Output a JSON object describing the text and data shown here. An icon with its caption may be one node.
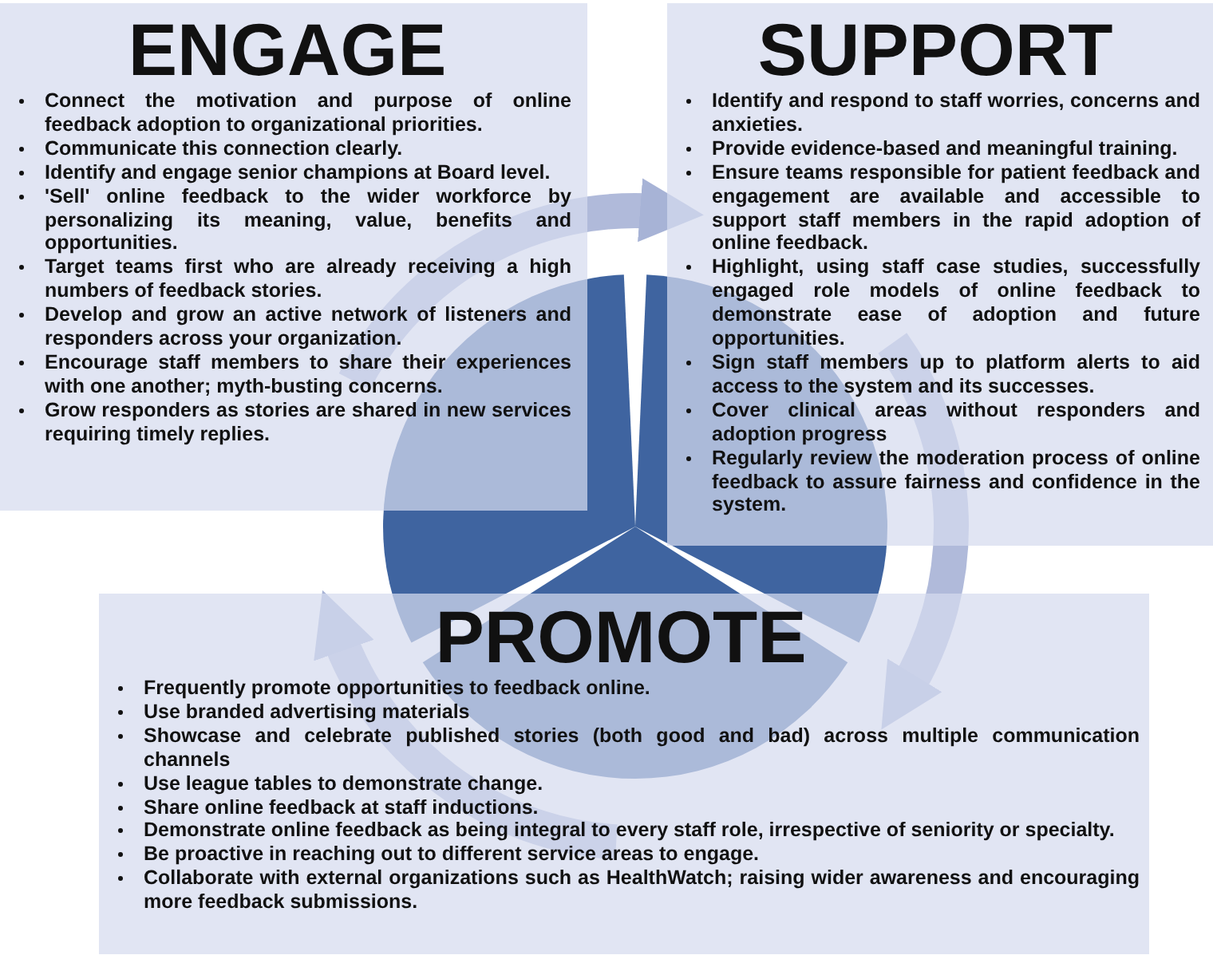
{
  "diagram": {
    "nodes": [
      {
        "text": [
          "ENGAGE",
          "Connect the motivation and purpose of online feedback adoption to organizational priorities.",
          "Communicate this connection clearly.",
          "Identify and engage senior champions at Board level.",
          "'Sell' online feedback to the wider workforce by personalizing its meaning, value, benefits and opportunities.",
          "Target teams first who are already receiving a high numbers of feedback stories.",
          "Develop and grow an active network of listeners and responders across your organization.",
          "Encourage staff members to share their experiences with one another; myth-busting concerns.",
          "Grow responders as stories are shared in new services requiring timely replies."
        ]
      },
      {
        "text": [
          "SUPPORT",
          "Identify and respond to staff worries, concerns and anxieties.",
          "Provide evidence-based and meaningful training.",
          "Ensure teams responsible for patient feedback and engagement are available and accessible to support staff members in the rapid adoption of online feedback.",
          "Highlight, using staff case studies, successfully engaged role models of online feedback to demonstrate ease of adoption and future opportunities.",
          "Sign staff members up to platform alerts to aid access to the system and its successes.",
          "Cover clinical areas without responders and adoption progress",
          "Regularly review the moderation process of online feedback to assure fairness and confidence in the system."
        ]
      },
      {
        "text": [
          "PROMOTE",
          "Frequently promote opportunities to feedback online.",
          "Use branded advertising materials",
          "Showcase and celebrate published stories (both good and bad) across multiple communication channels",
          "Use league tables to demonstrate change.",
          "Share online feedback at staff inductions.",
          "Demonstrate online feedback as being integral to every staff role, irrespective of seniority or specialty.",
          "Be proactive in reaching out to different service areas to engage.",
          "Collaborate with external organizations such as HealthWatch; raising wider awareness and encouraging more feedback submissions."
        ]
      }
    ],
    "edges": [
      {
        "from": 0,
        "to": 1,
        "arrow": "to"
      },
      {
        "from": 1,
        "to": 2,
        "arrow": "to"
      },
      {
        "from": 2,
        "to": 0,
        "arrow": "to"
      }
    ]
  }
}
